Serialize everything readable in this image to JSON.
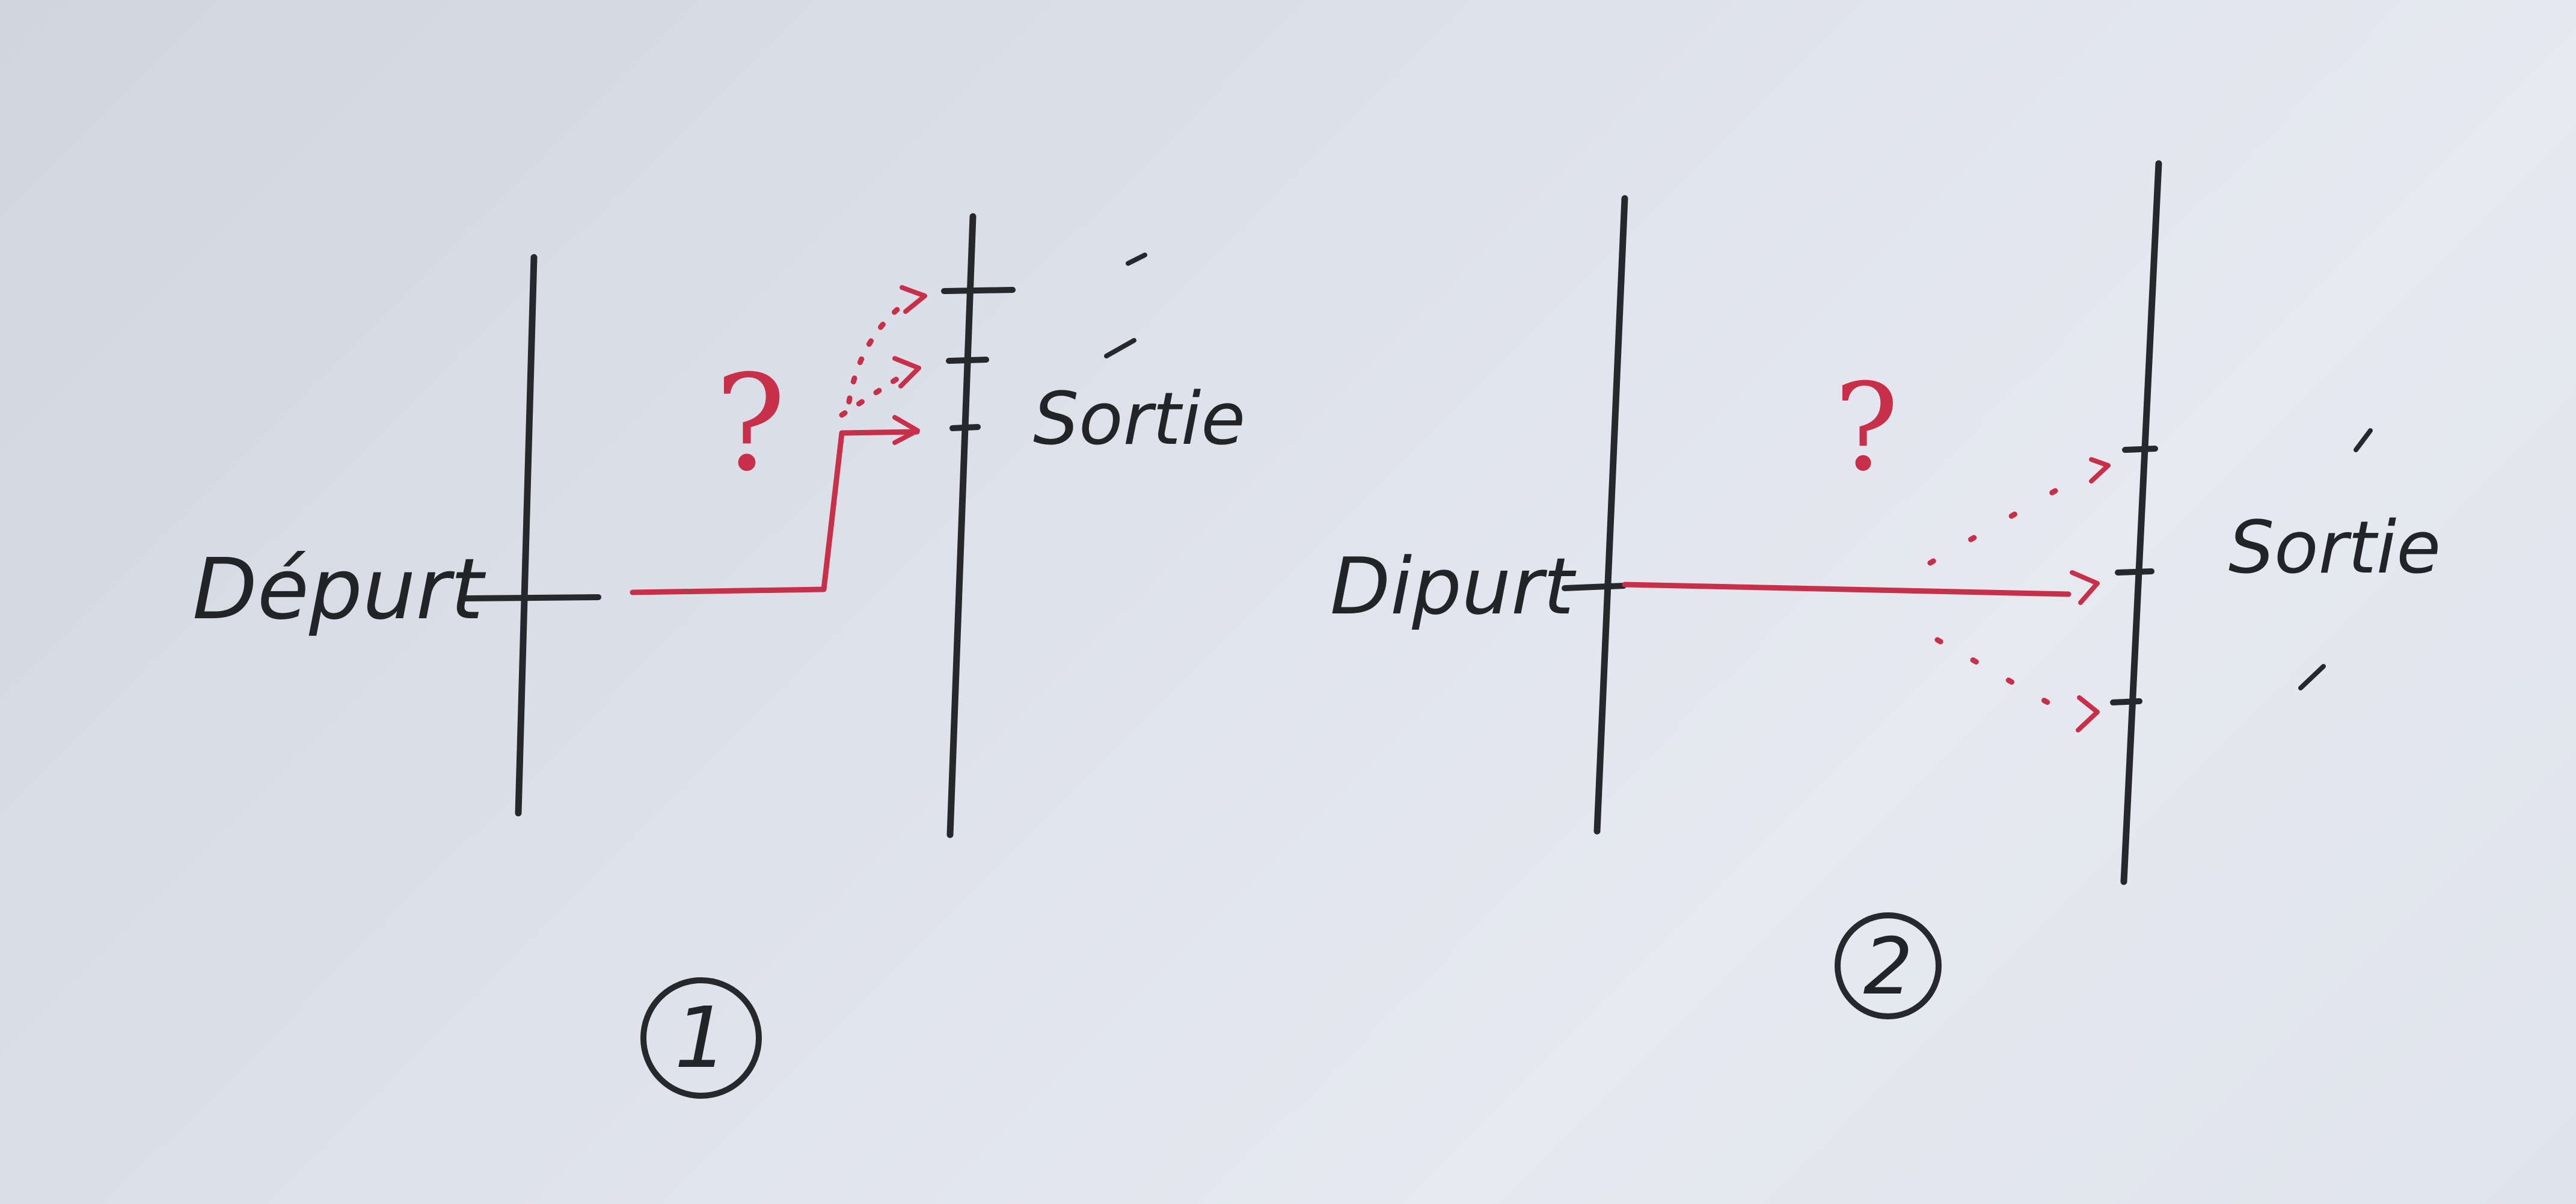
{
  "diagram_1": {
    "start_label": "Dépurt",
    "exit_label": "Sortie",
    "question": "?",
    "number": "1"
  },
  "diagram_2": {
    "start_label": "Dipurt",
    "exit_label": "Sortie",
    "question": "?",
    "number": "2"
  },
  "colors": {
    "ink": "#26282c",
    "path_red": "#c8304a",
    "paper": "#dde1ea"
  }
}
